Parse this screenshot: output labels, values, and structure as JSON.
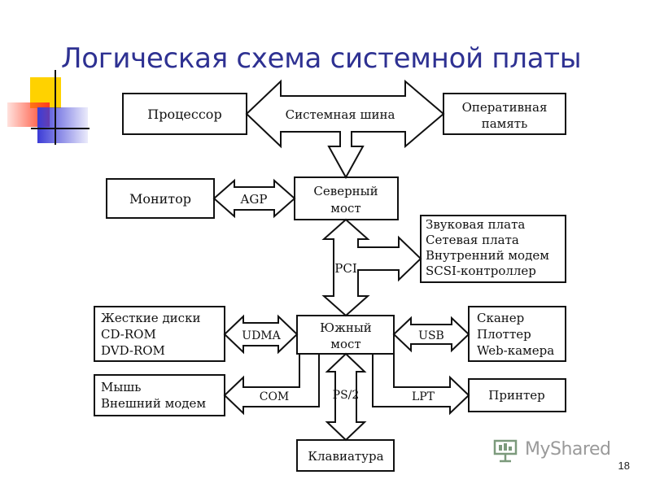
{
  "slide": {
    "title": "Логическая схема системной платы",
    "page_number": "18",
    "watermark": "MyShared"
  },
  "colors": {
    "title": "#2e3192",
    "deco_yellow": "#ffd200",
    "deco_red": "#ff3b1f",
    "deco_blue": "#3b3bd6",
    "line": "#111111"
  },
  "diagram": {
    "boxes": {
      "cpu": [
        "Процессор"
      ],
      "ram": [
        "Оперативная",
        "память"
      ],
      "monitor": [
        "Монитор"
      ],
      "north_bridge": [
        "Северный",
        "мост"
      ],
      "pci_devices": [
        "Звуковая плата",
        "Сетевая плата",
        "Внутренний модем",
        "SCSI-контроллер"
      ],
      "drives": [
        "Жесткие диски",
        "CD-ROM",
        "DVD-ROM"
      ],
      "south_bridge": [
        "Южный",
        "мост"
      ],
      "usb_devices": [
        "Сканер",
        "Плоттер",
        "Web-камера"
      ],
      "com_devices": [
        "Мышь",
        "Внешний модем"
      ],
      "printer": [
        "Принтер"
      ],
      "keyboard": [
        "Клавиатура"
      ]
    },
    "buses": {
      "system_bus": "Системная шина",
      "agp": "AGP",
      "pci": "PCI",
      "udma": "UDMA",
      "usb": "USB",
      "com": "COM",
      "ps2": "PS/2",
      "lpt": "LPT"
    }
  }
}
